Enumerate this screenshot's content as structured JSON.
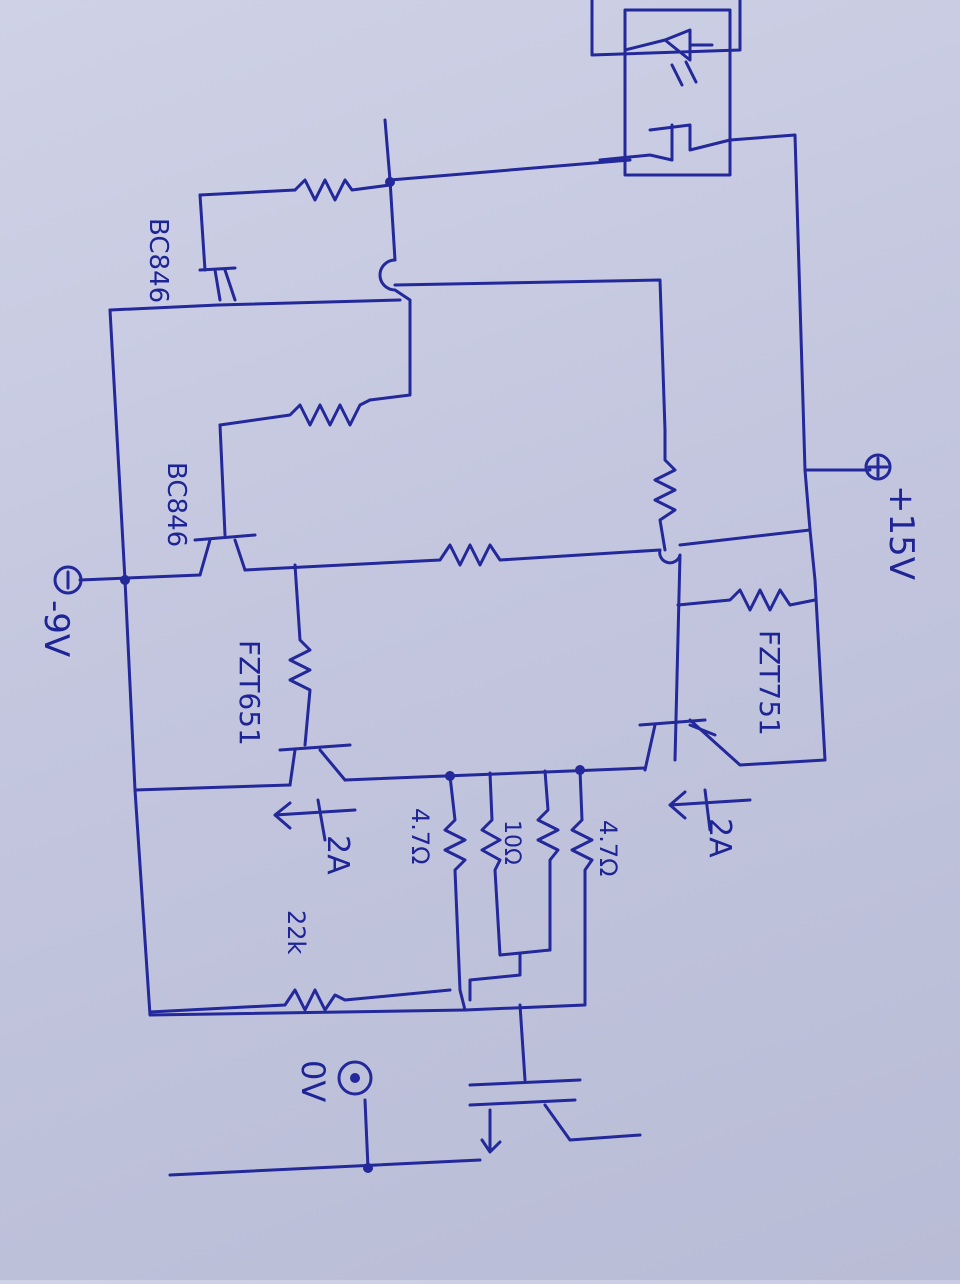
{
  "colors": {
    "ink": "#23289a",
    "paper": "#c5c8df"
  },
  "labels": {
    "q1": "BC846",
    "q2": "BC846",
    "q3": "FZT651",
    "q4": "FZT751",
    "r_left": "4.7Ω",
    "r_mid": "10Ω",
    "r_right": "4.7Ω",
    "r_bottom": "22k",
    "current_left": "2A",
    "current_right": "2A",
    "supply_pos": "+15V",
    "supply_neg": "-9V",
    "ground": "0V"
  }
}
